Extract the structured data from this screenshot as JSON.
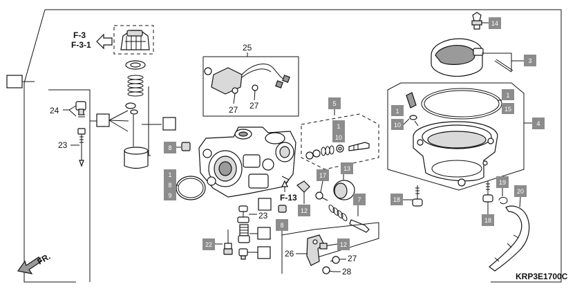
{
  "diagram": {
    "code": "KRP3E1700C",
    "references": {
      "f3": "F-3",
      "f3_1": "F-3-1",
      "f13": "F-13",
      "front": "FR."
    },
    "part_numbers": {
      "p1": "1",
      "p3": "3",
      "p4": "4",
      "p5": "5",
      "p7": "7",
      "p8": "8",
      "p9": "9",
      "p10": "10",
      "p12": "12",
      "p13": "13",
      "p14": "14",
      "p15": "15",
      "p17": "17",
      "p18": "18",
      "p19": "19",
      "p20": "20",
      "p22": "22",
      "p23": "23",
      "p24": "24",
      "p25": "25",
      "p26": "26",
      "p27": "27",
      "p28": "28"
    }
  }
}
